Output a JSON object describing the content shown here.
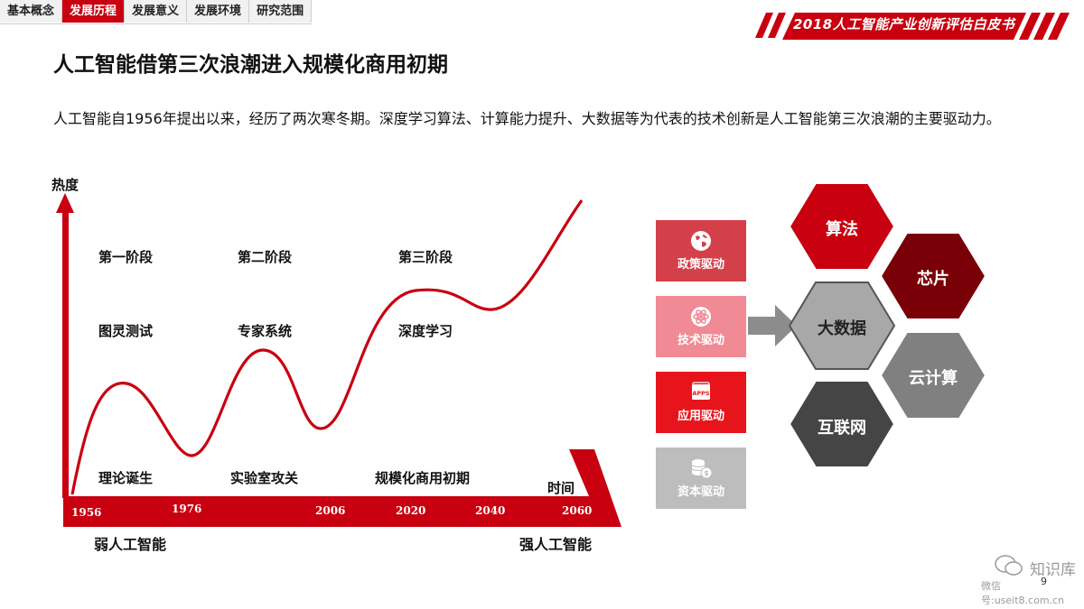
{
  "tabs": [
    {
      "label": "基本概念",
      "active": false
    },
    {
      "label": "发展历程",
      "active": true
    },
    {
      "label": "发展意义",
      "active": false
    },
    {
      "label": "发展环境",
      "active": false
    },
    {
      "label": "研究范围",
      "active": false
    }
  ],
  "banner": {
    "text": "2018人工智能产业创新评估白皮书"
  },
  "title": "人工智能借第三次浪潮进入规模化商用初期",
  "intro": "人工智能自1956年提出以来，经历了两次寒冬期。深度学习算法、计算能力提升、大数据等为代表的技术创新是人工智能第三次浪潮的主要驱动力。",
  "timeline": {
    "y_axis_label": "热度",
    "x_axis_label": "时间",
    "stages": [
      "第一阶段",
      "第二阶段",
      "第三阶段"
    ],
    "milestones": [
      "图灵测试",
      "专家系统",
      "深度学习"
    ],
    "phases": [
      "理论诞生",
      "实验室攻关",
      "规模化商用初期"
    ],
    "years": [
      "1956",
      "1976",
      "2006",
      "2020",
      "2040",
      "2060"
    ],
    "start_label": "弱人工智能",
    "end_label": "强人工智能"
  },
  "drivers": [
    {
      "label": "政策驱动",
      "icon": "globe-icon",
      "color": "#d4404a"
    },
    {
      "label": "技术驱动",
      "icon": "atom-icon",
      "color": "#f08a94"
    },
    {
      "label": "应用驱动",
      "icon": "apps-icon",
      "color": "#e8141c",
      "icon_text": "APPS"
    },
    {
      "label": "资本驱动",
      "icon": "coins-icon",
      "color": "#bdbdbd"
    }
  ],
  "hexagons": [
    {
      "label": "算法",
      "color": "#c8000f"
    },
    {
      "label": "芯片",
      "color": "#7a0008"
    },
    {
      "label": "大数据",
      "color": "#a8a8a8"
    },
    {
      "label": "云计算",
      "color": "#808080"
    },
    {
      "label": "互联网",
      "color": "#454545"
    }
  ],
  "watermark": {
    "name": "知识库",
    "sub": "微信号:useit8.com.cn"
  },
  "page_number": "9"
}
